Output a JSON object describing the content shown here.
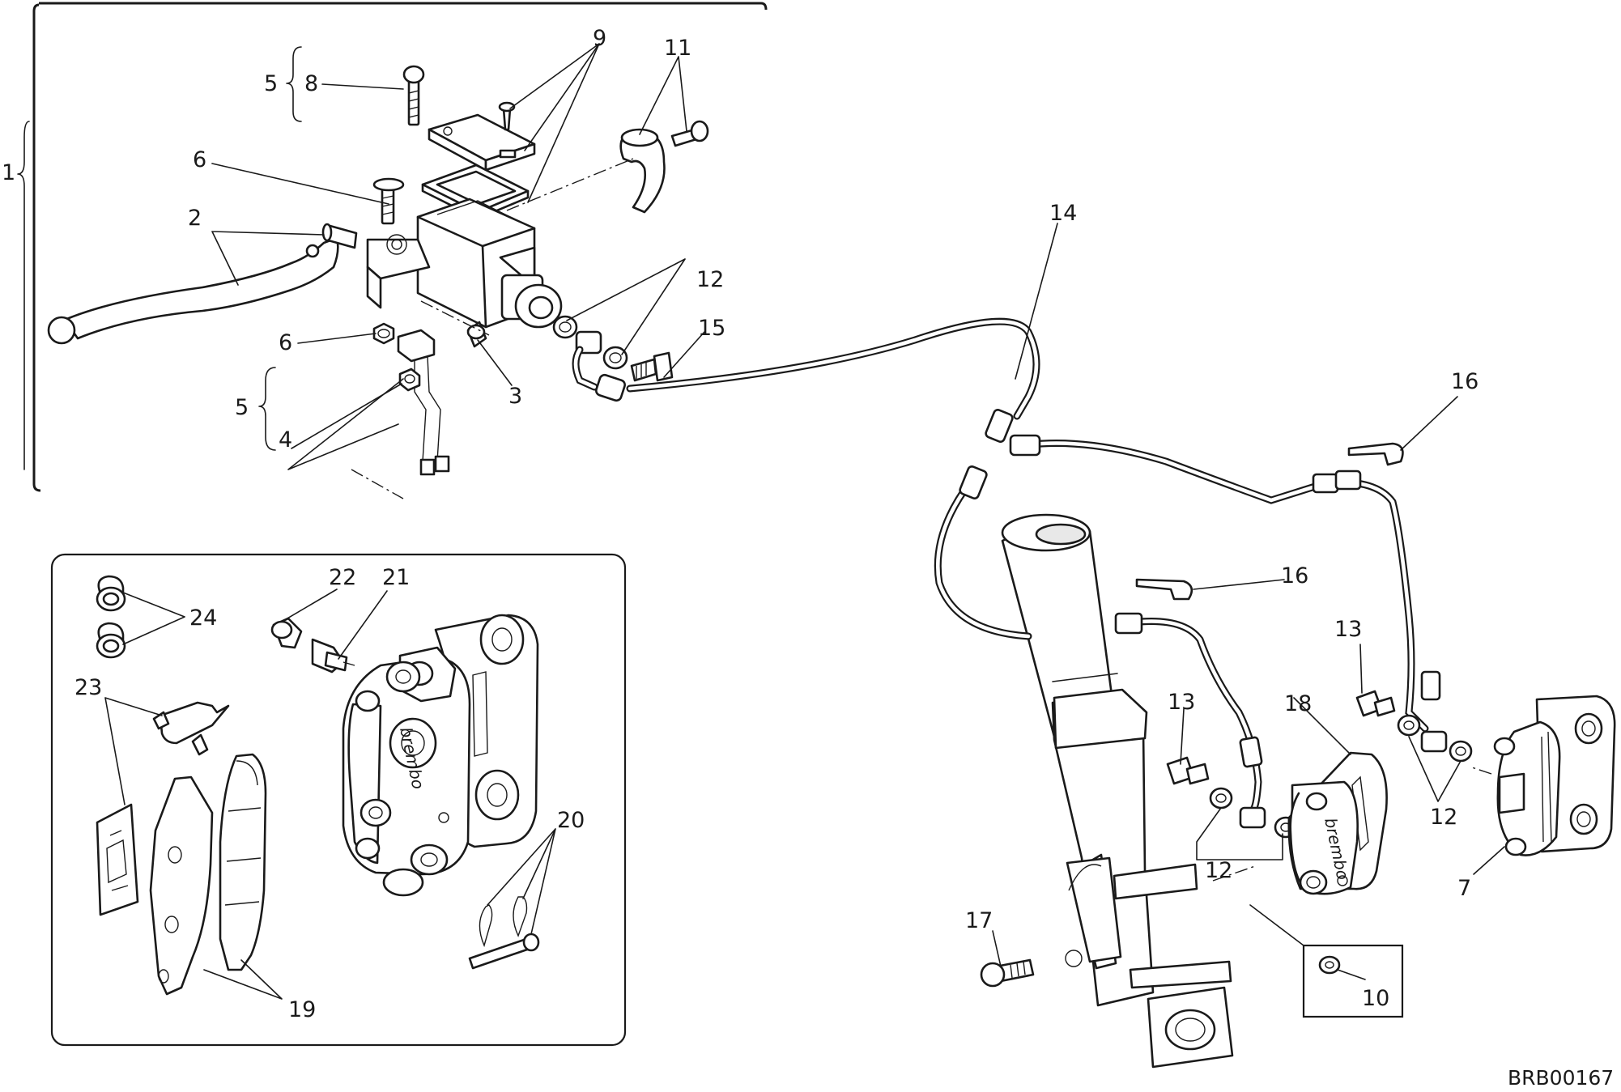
{
  "callouts": [
    {
      "id": "c1",
      "text": "1"
    },
    {
      "id": "c2",
      "text": "2"
    },
    {
      "id": "c3",
      "text": "3"
    },
    {
      "id": "c4",
      "text": "4"
    },
    {
      "id": "c5a",
      "text": "5"
    },
    {
      "id": "c5b",
      "text": "5"
    },
    {
      "id": "c6a",
      "text": "6"
    },
    {
      "id": "c6b",
      "text": "6"
    },
    {
      "id": "c7",
      "text": "7"
    },
    {
      "id": "c8",
      "text": "8"
    },
    {
      "id": "c9",
      "text": "9"
    },
    {
      "id": "c10",
      "text": "10"
    },
    {
      "id": "c11",
      "text": "11"
    },
    {
      "id": "c12a",
      "text": "12"
    },
    {
      "id": "c12b",
      "text": "12"
    },
    {
      "id": "c12c",
      "text": "12"
    },
    {
      "id": "c13a",
      "text": "13"
    },
    {
      "id": "c13b",
      "text": "13"
    },
    {
      "id": "c14",
      "text": "14"
    },
    {
      "id": "c15",
      "text": "15"
    },
    {
      "id": "c16a",
      "text": "16"
    },
    {
      "id": "c16b",
      "text": "16"
    },
    {
      "id": "c17",
      "text": "17"
    },
    {
      "id": "c18",
      "text": "18"
    },
    {
      "id": "c19",
      "text": "19"
    },
    {
      "id": "c20",
      "text": "20"
    },
    {
      "id": "c21",
      "text": "21"
    },
    {
      "id": "c22",
      "text": "22"
    },
    {
      "id": "c23",
      "text": "23"
    },
    {
      "id": "c24",
      "text": "24"
    }
  ],
  "brand_marks": [
    {
      "id": "b1",
      "text": "brembo"
    },
    {
      "id": "b2",
      "text": "brembo"
    }
  ],
  "drawing_code": "BRB00167"
}
